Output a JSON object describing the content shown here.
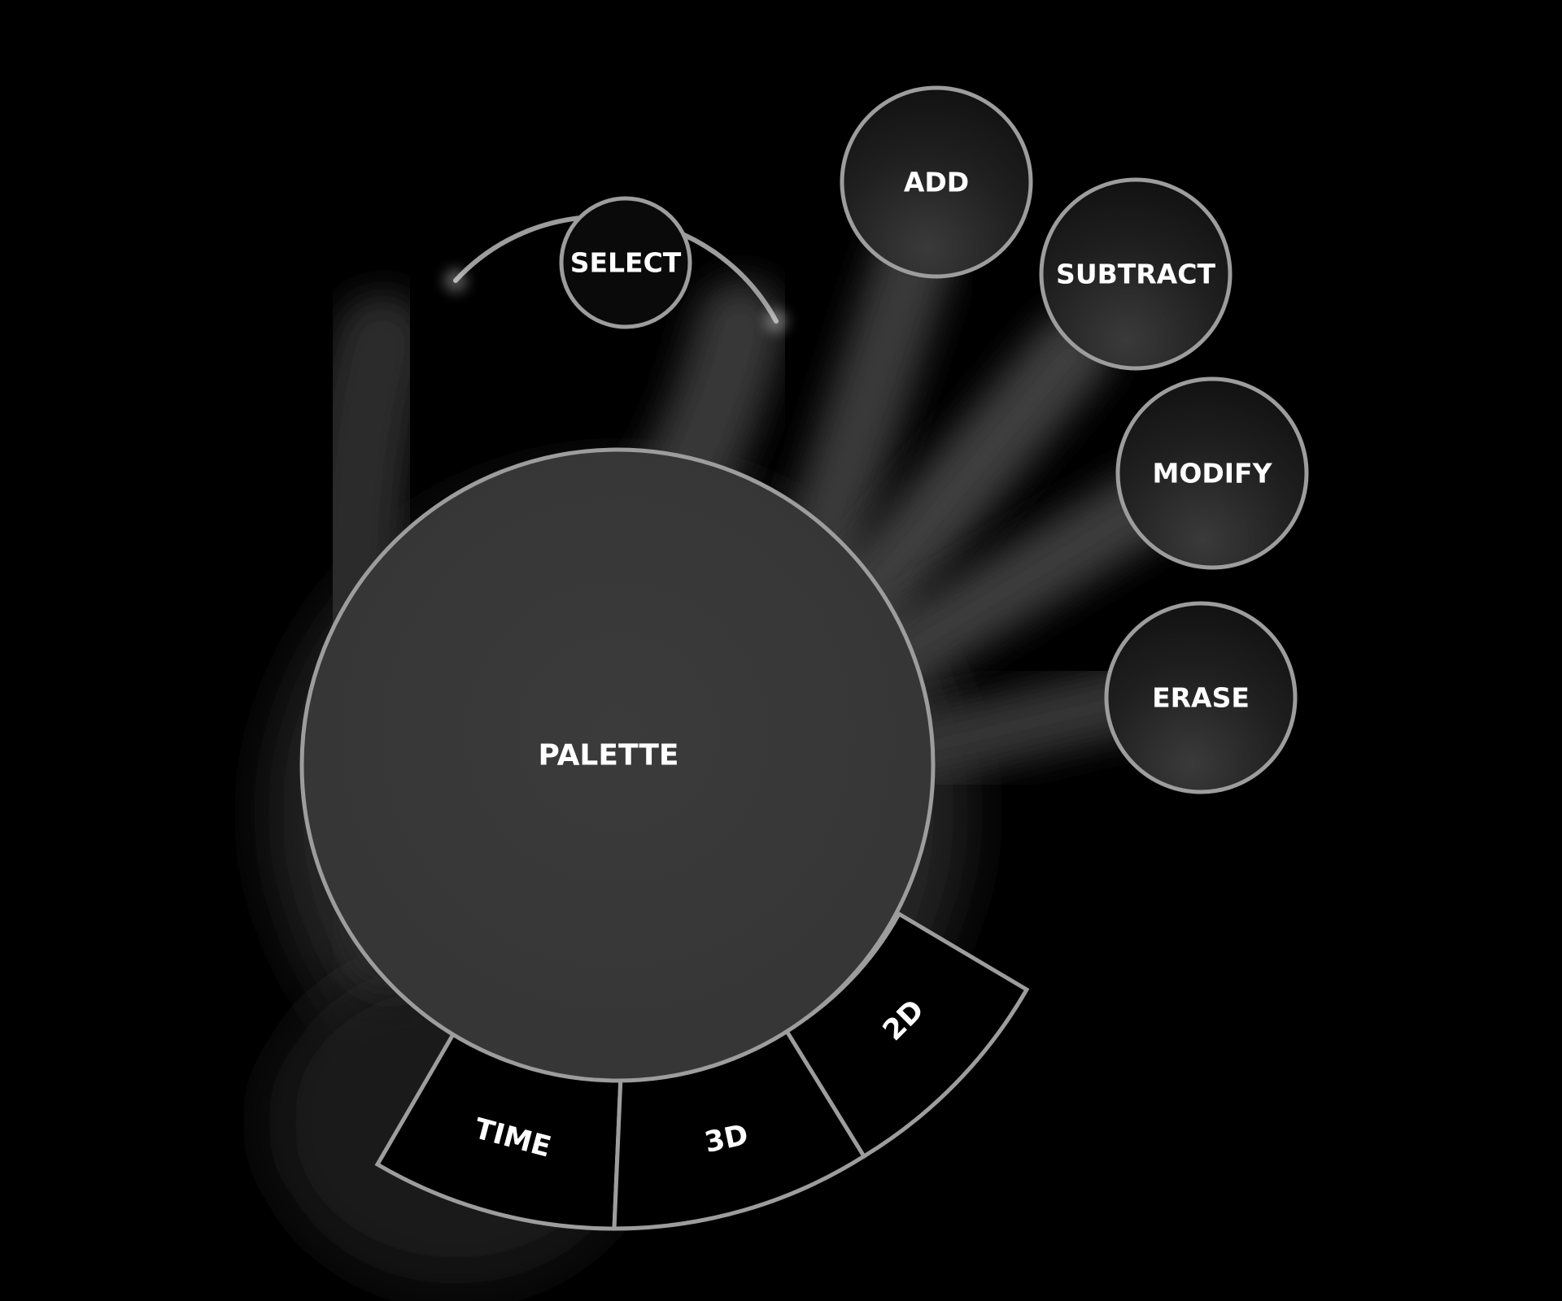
{
  "palette": {
    "label": "PALETTE"
  },
  "tools": {
    "select": "SELECT",
    "add": "ADD",
    "subtract": "SUBTRACT",
    "modify": "MODIFY",
    "erase": "ERASE"
  },
  "modes": {
    "time": "TIME",
    "three_d": "3D",
    "two_d": "2D"
  },
  "colors": {
    "background": "#000000",
    "ring_stroke": "#9d9d9d",
    "palette_fill": "#393939",
    "button_fill": "#1e1e1e",
    "text": "#ffffff"
  }
}
